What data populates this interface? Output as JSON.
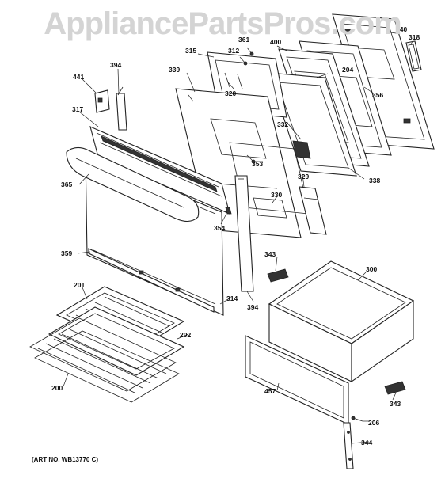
{
  "watermark": "AppliancePartsPros.com",
  "art_no": "(ART NO. WB13770 C)",
  "parts": {
    "p318": "318",
    "p340": "340",
    "p361": "361",
    "p400": "400",
    "p312": "312",
    "p315": "315",
    "p394a": "394",
    "p441": "441",
    "p339": "339",
    "p204": "204",
    "p320": "320",
    "p356": "356",
    "p317": "317",
    "p332": "332",
    "p353": "353",
    "p329": "329",
    "p338": "338",
    "p365": "365",
    "p330": "330",
    "p354": "354",
    "p359": "359",
    "p343a": "343",
    "p300": "300",
    "p314": "314",
    "p394b": "394",
    "p201": "201",
    "p202": "202",
    "p200": "200",
    "p457": "457",
    "p343b": "343",
    "p206": "206",
    "p344": "344"
  }
}
